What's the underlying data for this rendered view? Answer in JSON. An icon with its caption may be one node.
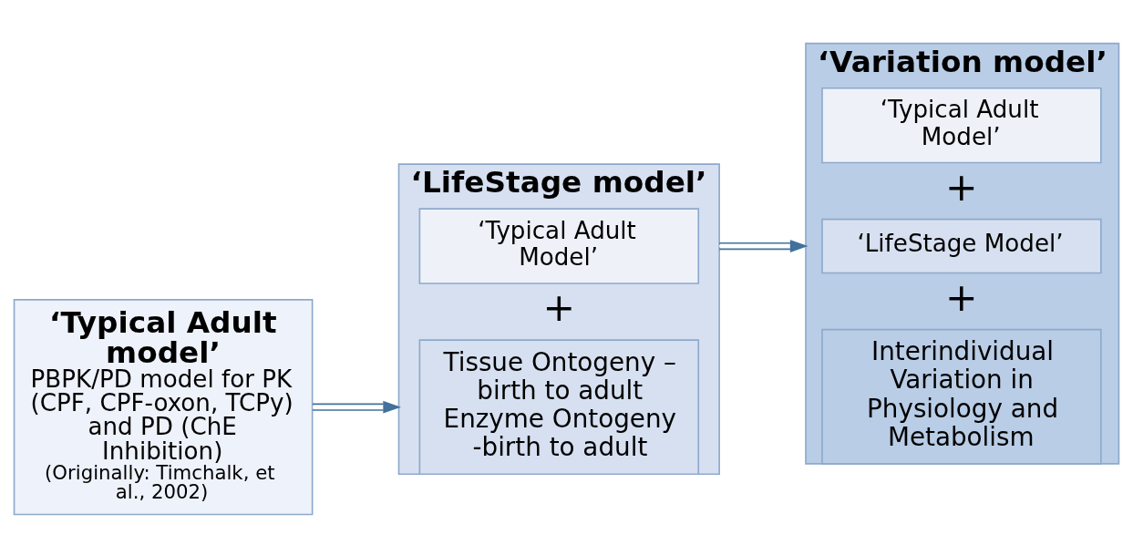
{
  "diagram": {
    "nodes": [
      {
        "text": [
          "‘Typical Adult model’",
          "PBPK/PD model for PK (CPF, CPF-oxon, TCPy) and PD (ChE Inhibition)",
          "(Originally: Timchalk, et al., 2002)"
        ]
      },
      {
        "text": [
          "‘LifeStage model’"
        ]
      },
      {
        "text": [
          "‘Typical Adult Model’"
        ],
        "in": 1
      },
      {
        "text": [
          "Tissue Ontogeny – birth to adult",
          "Enzyme Ontogeny -birth to adult"
        ],
        "in": 1
      },
      {
        "text": [
          "‘Variation model’"
        ]
      },
      {
        "text": [
          "‘Typical Adult Model’"
        ],
        "in": 4
      },
      {
        "text": [
          "‘LifeStage Model’"
        ],
        "in": 4
      },
      {
        "text": [
          "Interindividual Variation in Physiology and Metabolism"
        ],
        "in": 4
      }
    ],
    "edges": [
      {
        "from": 0,
        "to": 1,
        "arrow": "to"
      },
      {
        "from": 1,
        "to": 4,
        "arrow": "to"
      }
    ],
    "labels": [
      "+",
      "+",
      "+"
    ]
  }
}
